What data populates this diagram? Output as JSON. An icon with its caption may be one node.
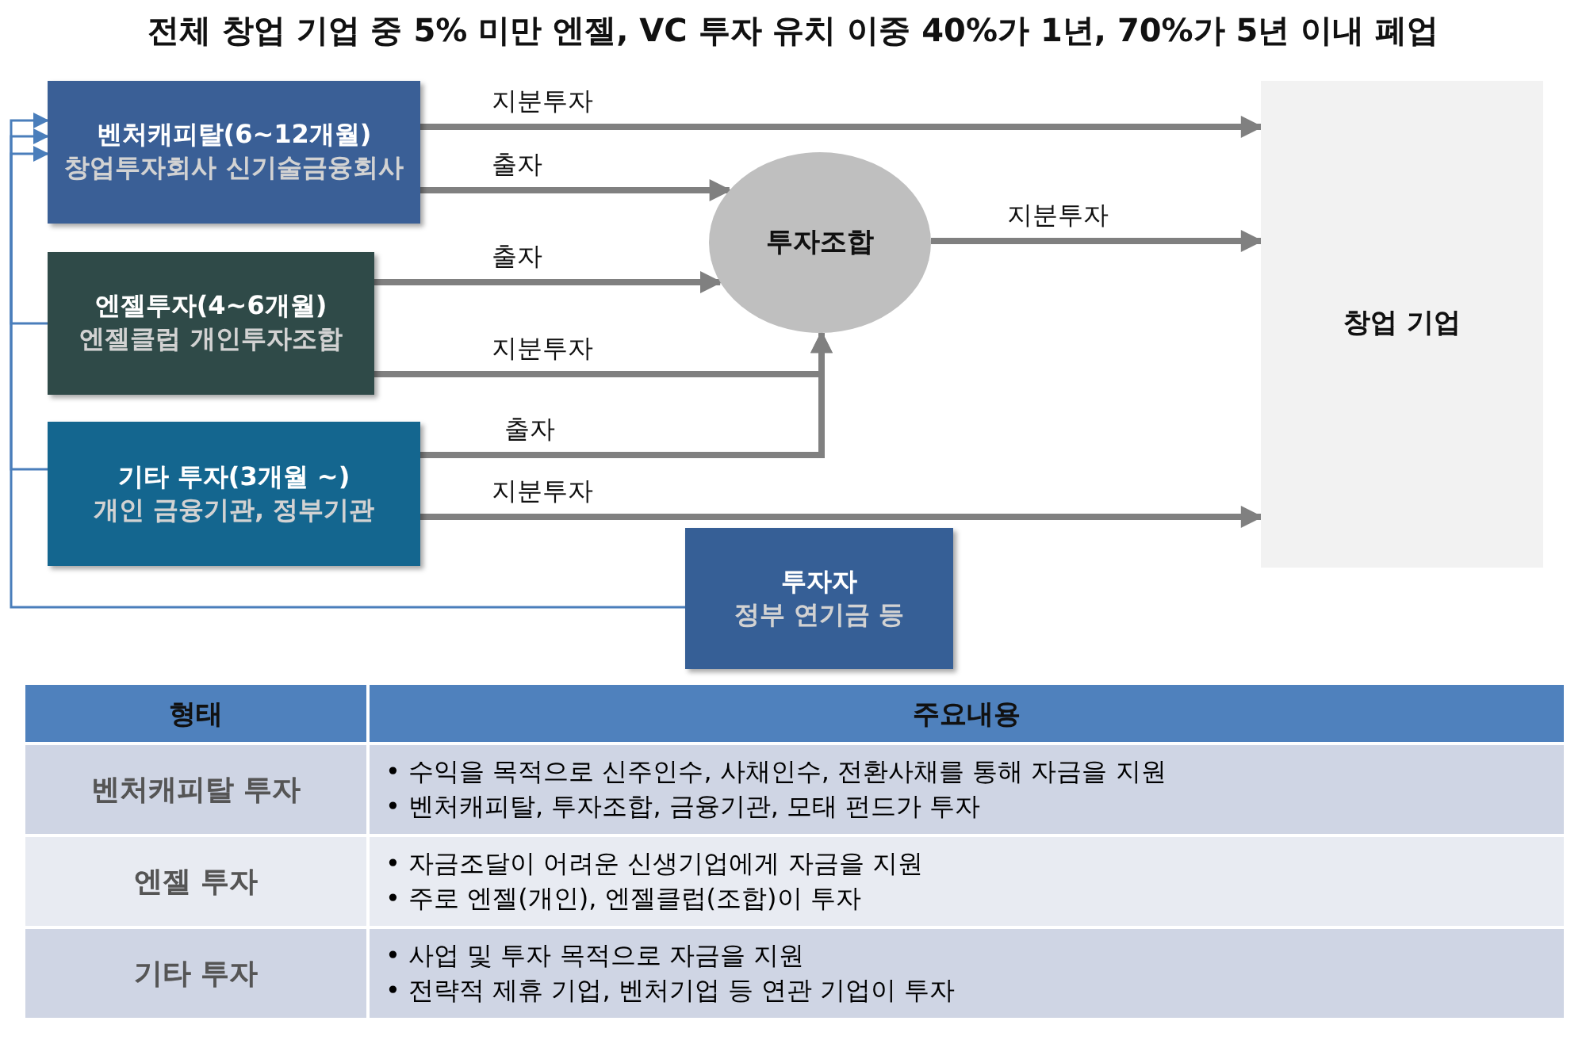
{
  "diagram": {
    "title": "전체 창업 기업 중 5% 미만 엔젤, VC 투자 유치 이중 40%가 1년, 70%가 5년 이내 폐업",
    "nodes": [
      {
        "text": [
          "벤처캐피탈(6~12개월)",
          "창업투자회사 신기술금융회사"
        ]
      },
      {
        "text": [
          "엔젤투자(4~6개월)",
          "엔젤클럽 개인투자조합"
        ]
      },
      {
        "text": [
          "기타 투자(3개월 ~)",
          "개인 금융기관, 정부기관"
        ]
      },
      {
        "text": [
          "투자조합"
        ]
      },
      {
        "text": [
          "창업 기업"
        ]
      },
      {
        "text": [
          "투자자",
          "정부 연기금 등"
        ]
      }
    ],
    "edges": [
      {
        "from": 0,
        "to": 4,
        "arrow": "to",
        "label": "지분투자"
      },
      {
        "from": 0,
        "to": 3,
        "arrow": "to",
        "label": "출자"
      },
      {
        "from": 3,
        "to": 4,
        "arrow": "to",
        "label": "지분투자"
      },
      {
        "from": 1,
        "to": 3,
        "arrow": "to",
        "label": "출자"
      },
      {
        "from": 1,
        "to": 3,
        "arrow": "to",
        "label": "지분투자"
      },
      {
        "from": 2,
        "to": 3,
        "arrow": "to",
        "label": "출자"
      },
      {
        "from": 2,
        "to": 4,
        "arrow": "to",
        "label": "지분투자"
      },
      {
        "from": 5,
        "to": 0,
        "arrow": "to",
        "color": "#4a7ebb"
      },
      {
        "from": 1,
        "to": 0,
        "arrow": "to",
        "color": "#4a7ebb"
      },
      {
        "from": 2,
        "to": 0,
        "arrow": "to",
        "color": "#4a7ebb"
      }
    ],
    "labels": [
      "형태",
      "주요내용",
      "벤처캐피탈 투자",
      "• 수익을 목적으로 신주인수, 사채인수, 전환사채를 통해 자금을 지원",
      "• 벤처캐피탈, 투자조합, 금융기관, 모태 펀드가 투자",
      "엔젤 투자",
      "• 자금조달이 어려운 신생기업에게 자금을 지원",
      "• 주로 엔젤(개인), 엔젤클럽(조합)이 투자",
      "기타 투자",
      "• 사업 및 투자 목적으로 자금을 지원",
      "• 전략적 제휴 기업, 벤처기업 등 연관 기업이 투자"
    ]
  }
}
